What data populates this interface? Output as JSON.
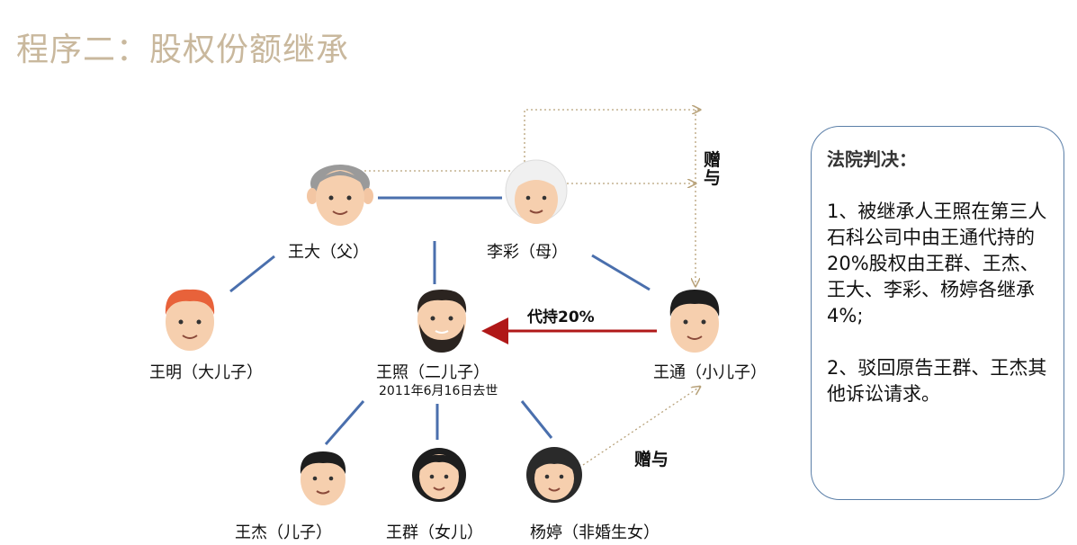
{
  "title": "程序二：股权份额继承",
  "people": {
    "wang_da": "王大（父）",
    "li_cai": "李彩（母）",
    "wang_ming": "王明（大儿子）",
    "wang_zhao": "王照（二儿子）",
    "wang_zhao_note": "2011年6月16日去世",
    "wang_tong": "王通（小儿子）",
    "wang_jie": "王杰（儿子）",
    "wang_qun": "王群（女儿）",
    "yang_ting": "杨婷（非婚生女）"
  },
  "edges": {
    "proxy": "代持20%",
    "gift_top": "赠与",
    "gift_bottom": "赠与"
  },
  "judgment": {
    "title": "法院判决：",
    "item1": "1、被继承人王照在第三人石科公司中由王通代持的20%股权由王群、王杰、王大、李彩、杨婷各继承4%;",
    "item2": "2、驳回原告王群、王杰其他诉讼请求。"
  },
  "colors": {
    "title": "#c9b89d",
    "line": "#4a6fad",
    "arrow": "#b01818",
    "dotted": "#b8a27a"
  }
}
